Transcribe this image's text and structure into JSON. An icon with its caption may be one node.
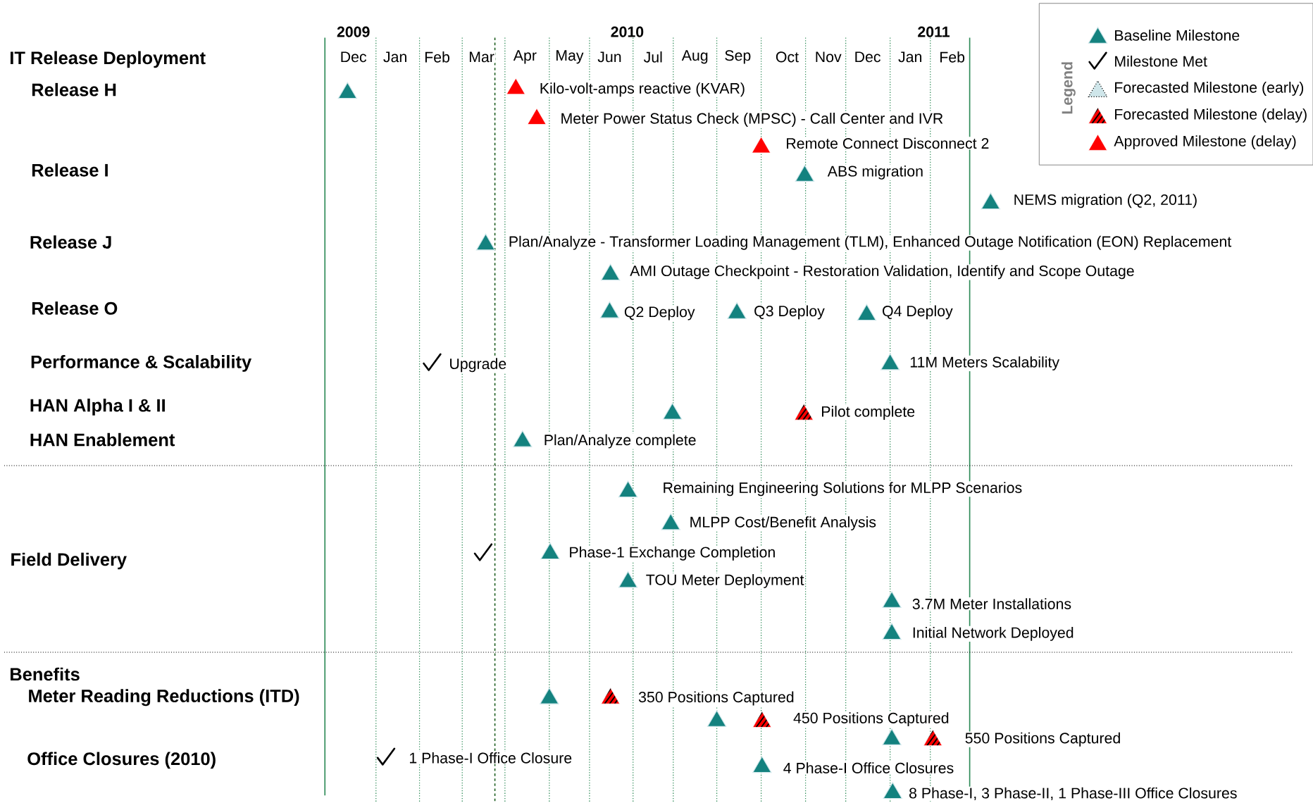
{
  "diagram": {
    "labels": [
      "2009",
      "2010",
      "2011",
      "Dec",
      "Jan",
      "Feb",
      "Mar",
      "Apr",
      "May",
      "Jun",
      "Jul",
      "Aug",
      "Sep",
      "Oct",
      "Nov",
      "Dec",
      "Jan",
      "Feb",
      "IT Release Deployment",
      "Release H",
      "Release I",
      "Release J",
      "Release O",
      "Performance & Scalability",
      "HAN Alpha I & II",
      "HAN Enablement",
      "Field Delivery",
      "Benefits",
      "Meter Reading Reductions (ITD)",
      "Office Closures (2010)",
      "Kilo-volt-amps reactive (KVAR)",
      "Meter Power Status Check (MPSC) - Call Center and IVR",
      "Remote Connect Disconnect 2",
      "ABS migration",
      "NEMS  migration (Q2, 2011)",
      "Plan/Analyze - Transformer Loading Management (TLM), Enhanced Outage Notification (EON) Replacement",
      "AMI Outage Checkpoint - Restoration Validation, Identify and Scope Outage",
      "Q2 Deploy",
      "Q3 Deploy",
      "Q4 Deploy",
      "Upgrade",
      "11M  Meters Scalability",
      "Pilot  complete",
      "Plan/Analyze complete",
      "Remaining Engineering Solutions for MLPP Scenarios",
      "MLPP Cost/Benefit Analysis",
      "Phase-1 Exchange Completion",
      "TOU Meter Deployment",
      "3.7M Meter Installations",
      "Initial Network Deployed",
      "350 Positions Captured",
      "450 Positions Captured",
      "550 Positions Captured",
      "1 Phase-I Office Closure",
      "4 Phase-I Office Closures",
      "8 Phase-I, 3 Phase-II, 1 Phase-III Office Closures",
      "Legend"
    ],
    "legend": [
      {
        "text": "Baseline Milestone"
      },
      {
        "text": "Milestone Met"
      },
      {
        "text": "Forecasted Milestone (early)"
      },
      {
        "text": "Forecasted Milestone (delay)"
      },
      {
        "text": "Approved Milestone (delay)"
      }
    ]
  }
}
